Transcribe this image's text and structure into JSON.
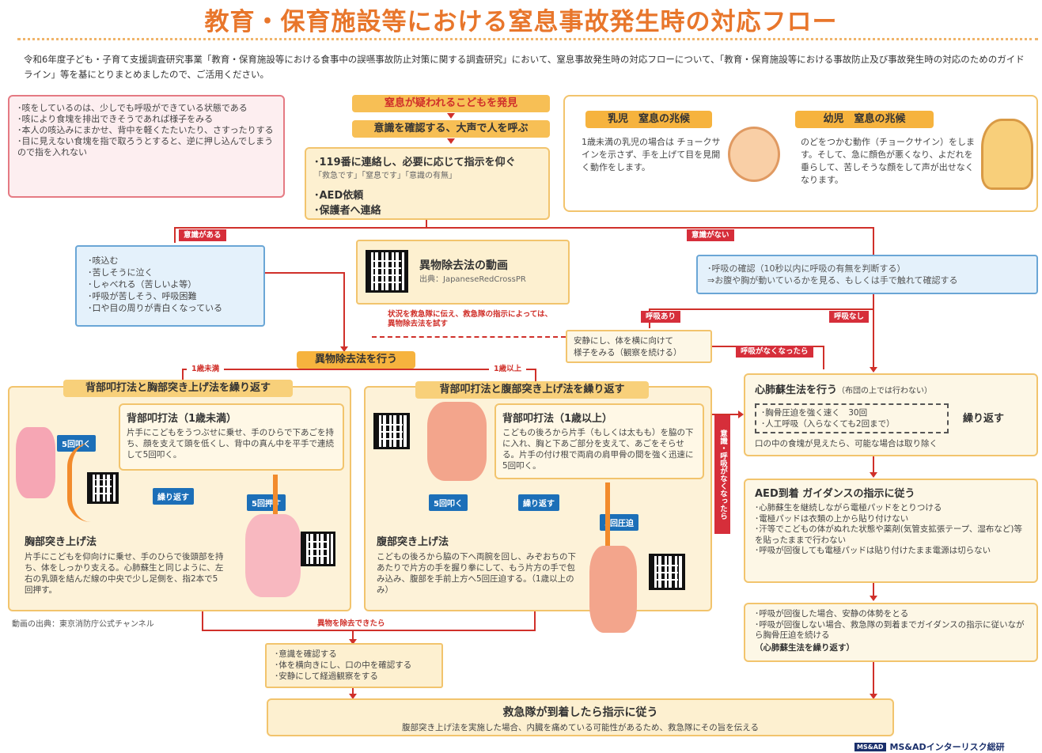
{
  "header": {
    "title": "教育・保育施設等における窒息事故発生時の対応フロー",
    "intro": "令和6年度子ども・子育て支援調査研究事業「教育・保育施設等における食事中の誤嚥事故防止対策に関する調査研究」において、窒息事故発生時の対応フローについて、「教育・保育施設等における事故防止及び事故発生時の対応のためのガイドライン」等を基にとりまとめましたので、ご活用ください。"
  },
  "cough_note": "･咳をしているのは、少しでも呼吸ができている状態である\n･咳により食塊を排出できそうであれば様子をみる\n･本人の咳込みにまかせ、背中を軽くたたいたり、さすったりする\n･目に見えない食塊を指で取ろうとすると、逆に押し込んでしまうので指を入れない",
  "flow": {
    "step1": "窒息が疑われるこどもを発見",
    "step2": "意識を確認する、大声で人を呼ぶ",
    "step3_title": "･119番に連絡し、必要に応じて指示を仰ぐ",
    "step3_sub": "「救急です」「窒息です」「意識の有無」",
    "step3_aed": "･AED依頼",
    "step3_guardian": "･保護者へ連絡"
  },
  "signs": {
    "infant_title": "乳児　窒息の兆候",
    "infant_text": "1歳未満の乳児の場合は チョークサインを示さず、手を上げて目を見開く動作をします。",
    "toddler_title": "幼児　窒息の兆候",
    "toddler_text": "のどをつかむ動作（チョークサイン）をします。そして、急に顔色が悪くなり、よだれを垂らして、苦しそうな顔をして声が出せなくなります。"
  },
  "tags": {
    "conscious": "意識がある",
    "unconscious": "意識がない",
    "breathing_yes": "呼吸あり",
    "breathing_no": "呼吸なし",
    "breathing_stopped": "呼吸がなくなったら",
    "under1": "1歳未満",
    "over1": "1歳以上",
    "removed": "異物を除去できたら",
    "vertical": "意識・呼吸がなくなったら"
  },
  "symptoms": "･咳込む\n･苦しそうに泣く\n･しゃべれる（苦しいよ等）\n･呼吸が苦しそう、呼吸困難\n･口や目の周りが青白くなっている",
  "video": {
    "title": "異物除去法の動画",
    "source": "出典：JapaneseRedCrossPR"
  },
  "instruction_note": "状況を救急隊に伝え、救急隊の指示によっては、異物除去法を試す",
  "breathing_check": "･呼吸の確認（10秒以内に呼吸の有無を判断する）\n⇒お腹や胸が動いているかを見る、もしくは手で触れて確認する",
  "rest_note": "安静にし、体を横に向けて\n様子をみる（観察を続ける）",
  "removal_label": "異物除去法を行う",
  "infant": {
    "title": "背部叩打法と胸部突き上げ法を繰り返す",
    "back_title": "背部叩打法（1歳未満）",
    "back_text": "片手にこどもをうつぶせに乗せ、手のひらで下あごを持ち、顔を支えて頭を低くし、背中の真ん中を平手で連続して5回叩く。",
    "chest_title": "胸部突き上げ法",
    "chest_text": "片手にこどもを仰向けに乗せ、手のひらで後頭部を持ち、体をしっかり支える。心肺蘇生と同じように、左右の乳頭を結んだ線の中央で少し足側を、指2本で5回押す。",
    "tag_hit": "5回叩く",
    "tag_repeat": "繰り返す",
    "tag_push": "5回押す"
  },
  "child": {
    "title": "背部叩打法と腹部突き上げ法を繰り返す",
    "back_title": "背部叩打法（1歳以上）",
    "back_text": "こどもの後ろから片手（もしくは太もも）を脇の下に入れ、胸と下あご部分を支えて、あごをそらせる。片手の付け根で両肩の肩甲骨の間を強く迅速に5回叩く。",
    "abd_title": "腹部突き上げ法",
    "abd_text": "こどもの後ろから脇の下へ両腕を回し、みぞおちの下あたりで片方の手を握り拳にして、もう片方の手で包み込み、腹部を手前上方へ5回圧迫する。（1歳以上のみ）",
    "tag_hit": "5回叩く",
    "tag_repeat": "繰り返す",
    "tag_press": "5回圧迫"
  },
  "video_source": "動画の出典：東京消防庁公式チャンネル",
  "after_removal": "･意識を確認する\n･体を横向きにし、口の中を確認する\n･安静にして経過観察をする",
  "cpr": {
    "title": "心肺蘇生法を行う",
    "title_note": "（布団の上では行わない）",
    "compress": "･胸骨圧迫を強く速く　30回\n･人工呼吸（入らなくても2回まで）",
    "repeat": "繰り返す",
    "mouth": "口の中の食塊が見えたら、可能な場合は取り除く"
  },
  "aed": {
    "title": "AED到着 ガイダンスの指示に従う",
    "text": "･心肺蘇生を継続しながら電極パッドをとりつける\n･電極パッドは衣類の上から貼り付けない\n･汗等でこどもの体がぬれた状態や薬剤(気管支拡張テープ、湿布など)等を貼ったままで行わない\n･呼吸が回復しても電極パッドは貼り付けたまま電源は切らない"
  },
  "recovery": "･呼吸が回復した場合、安静の体勢をとる\n･呼吸が回復しない場合、救急隊の到着までガイダンスの指示に従いながら胸骨圧迫を続ける",
  "recovery_bold": "（心肺蘇生法を繰り返す）",
  "final": {
    "title": "救急隊が到着したら指示に従う",
    "text": "腹部突き上げ法を実施した場合、内臓を痛めている可能性があるため、救急隊にその旨を伝える"
  },
  "footer": {
    "logo_badge": "MS&AD",
    "company": "MS&ADインターリスク総研"
  }
}
